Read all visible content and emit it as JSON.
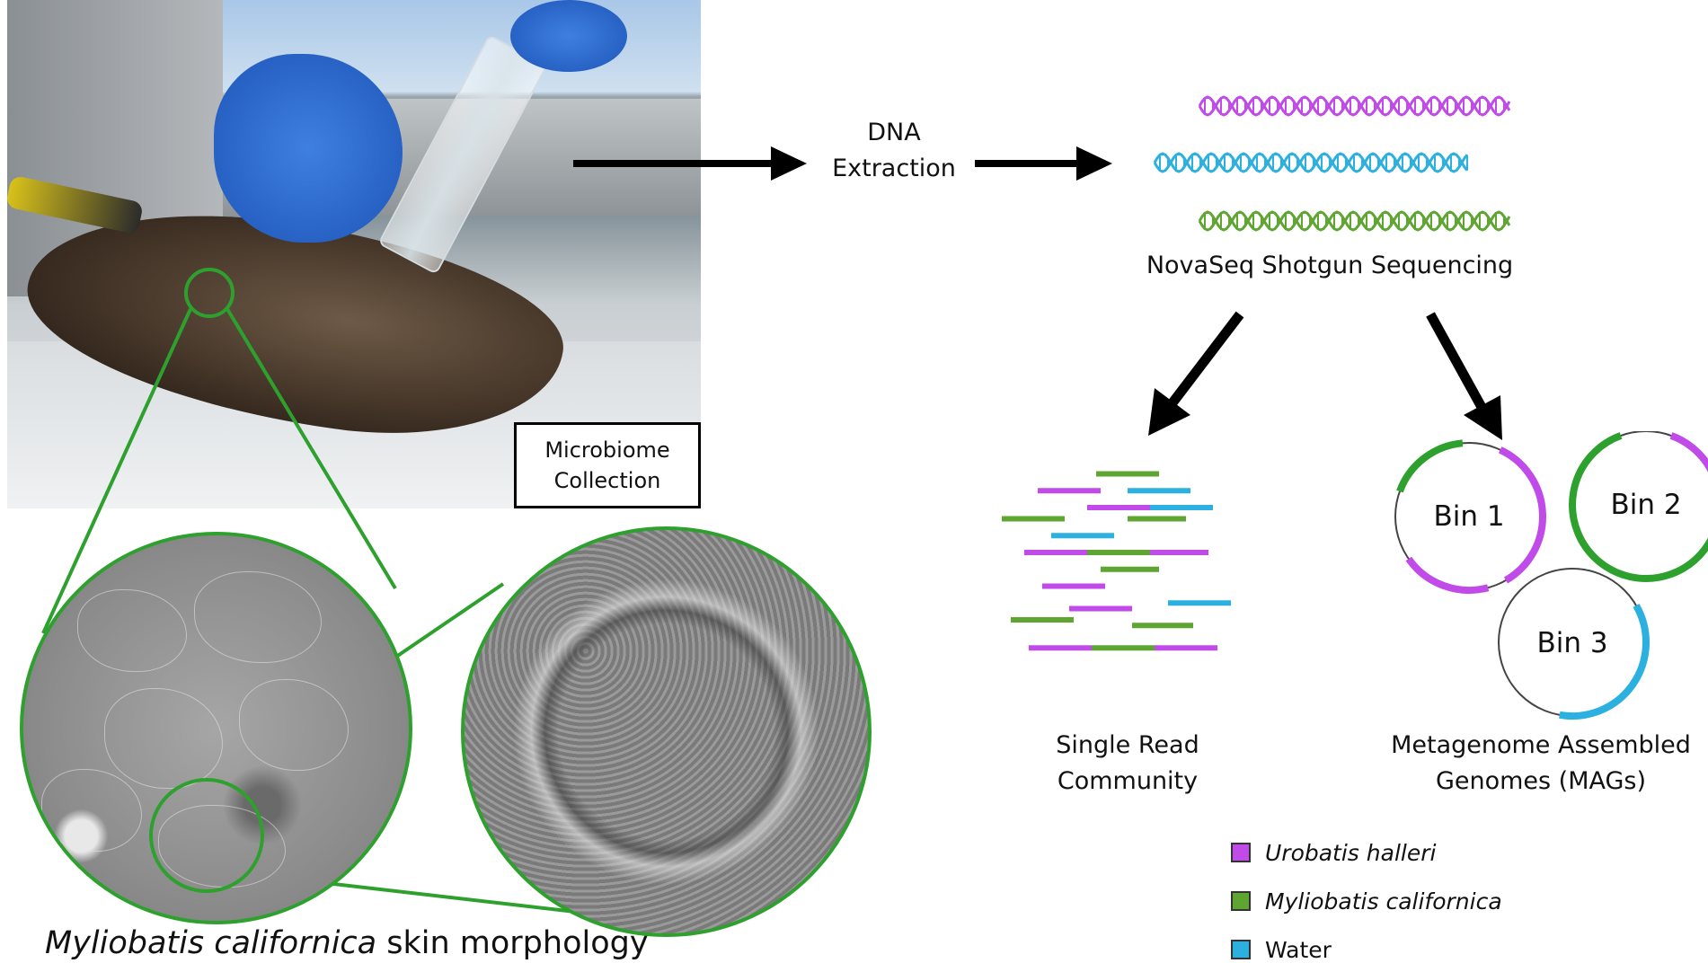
{
  "photo": {
    "caption_line1": "Microbiome",
    "caption_line2": "Collection"
  },
  "caption": {
    "species": "Myliobatis californica",
    "rest": " skin morphology"
  },
  "dna_extraction": {
    "line1": "DNA",
    "line2": "Extraction"
  },
  "sequencing": {
    "label": "NovaSeq Shotgun Sequencing"
  },
  "single_read": {
    "line1": "Single Read",
    "line2": "Community"
  },
  "mags": {
    "line1": "Metagenome Assembled",
    "line2": "Genomes (MAGs)"
  },
  "bins": [
    {
      "label": "Bin 1"
    },
    {
      "label": "Bin 2"
    },
    {
      "label": "Bin 3"
    }
  ],
  "legend": [
    {
      "label": "Urobatis halleri",
      "color": "#c04be8",
      "italic": true
    },
    {
      "label": "Myliobatis californica",
      "color": "#5fa532",
      "italic": true
    },
    {
      "label": "Water",
      "color": "#2bb0e0",
      "italic": false
    }
  ],
  "colors": {
    "purple": "#c04be8",
    "green": "#5fa532",
    "blue": "#2bb0e0",
    "zoom_green": "#2ea02e",
    "arrow": "#000000"
  }
}
